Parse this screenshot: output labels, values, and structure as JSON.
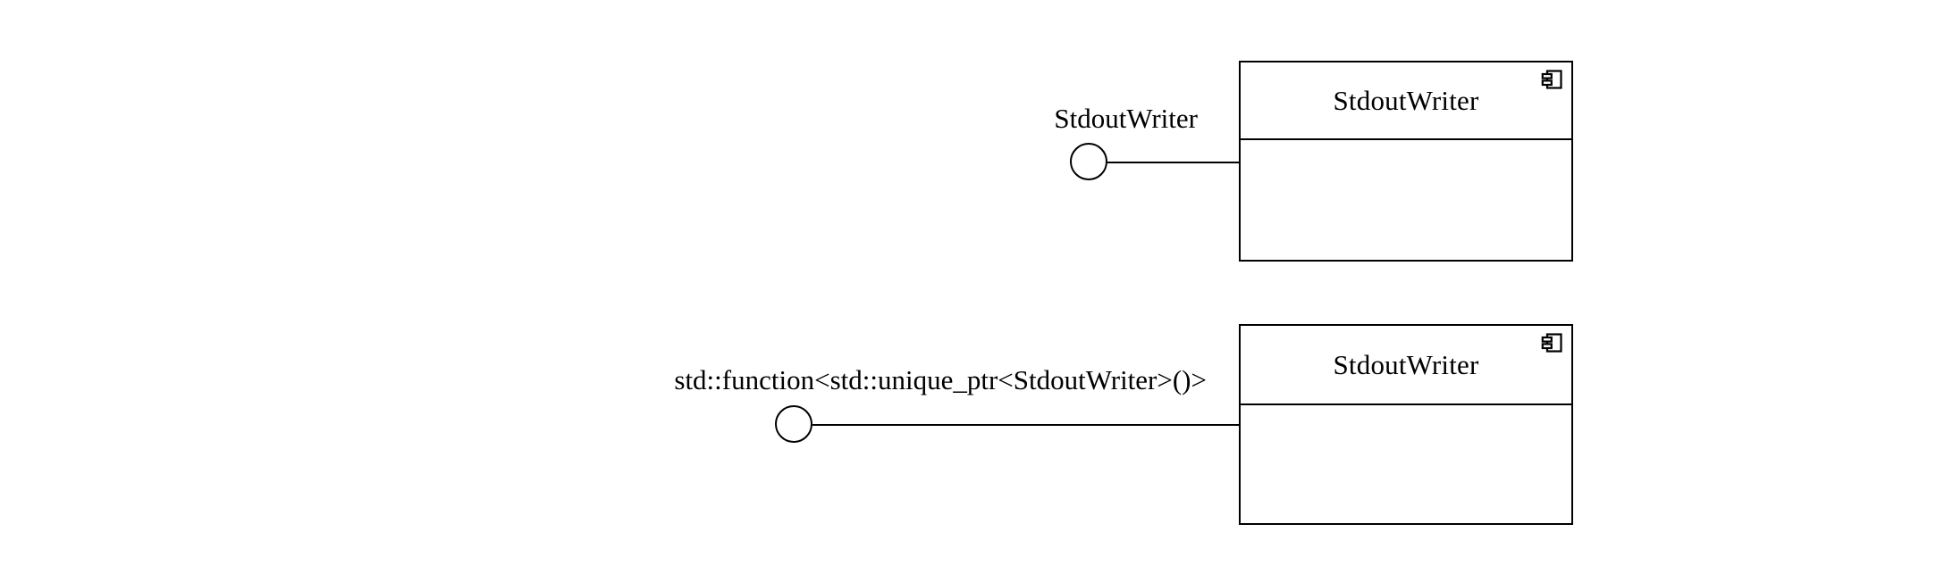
{
  "diagram": {
    "type": "uml-component-diagram",
    "background_color": "#ffffff",
    "line_color": "#000000",
    "text_color": "#000000"
  },
  "connections": [
    {
      "interface_label": "StdoutWriter",
      "component": {
        "title": "StdoutWriter",
        "icon": "uml-component-icon"
      }
    },
    {
      "interface_label": "std::function<std::unique_ptr<StdoutWriter>()>",
      "component": {
        "title": "StdoutWriter",
        "icon": "uml-component-icon"
      }
    }
  ]
}
